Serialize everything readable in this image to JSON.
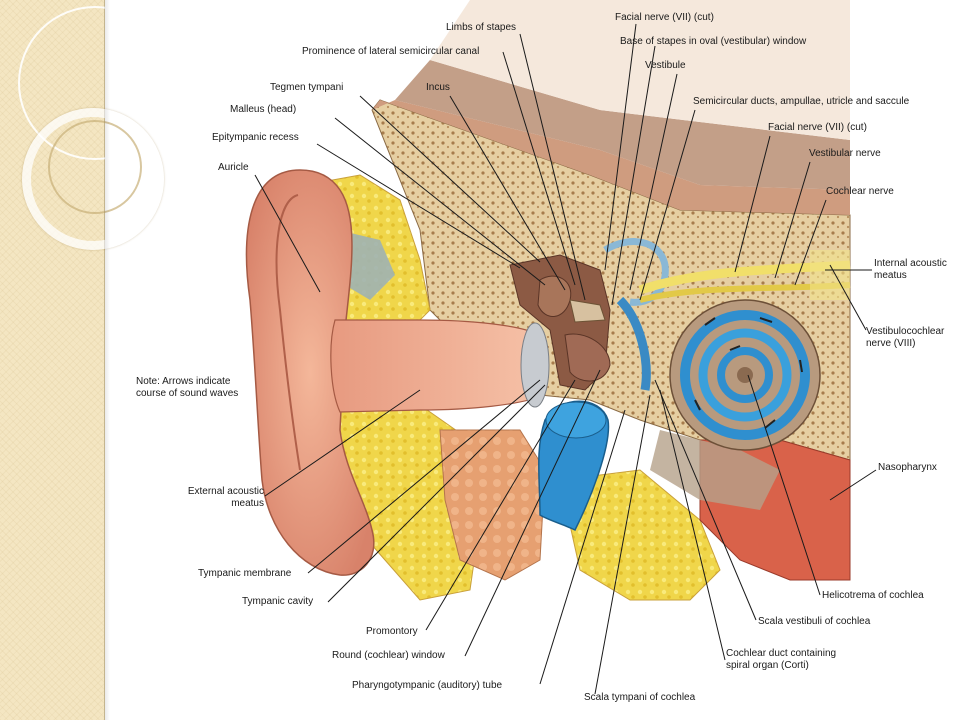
{
  "diagram": {
    "note": "Note: Arrows indicate course of sound waves",
    "labels": {
      "limbs_of_stapes": "Limbs of stapes",
      "facial_nerve_cut_top": "Facial nerve (VII) (cut)",
      "base_of_stapes": "Base of stapes in oval (vestibular) window",
      "prominence_lateral_canal": "Prominence of lateral semicircular canal",
      "vestibule": "Vestibule",
      "tegmen_tympani": "Tegmen tympani",
      "incus": "Incus",
      "semicircular_ducts": "Semicircular ducts, ampullae, utricle and saccule",
      "malleus_head": "Malleus (head)",
      "facial_nerve_cut_right": "Facial nerve (VII) (cut)",
      "epitympanic_recess": "Epitympanic recess",
      "vestibular_nerve": "Vestibular nerve",
      "auricle": "Auricle",
      "cochlear_nerve": "Cochlear nerve",
      "internal_acoustic_meatus": "Internal acoustic meatus",
      "vestibulocochlear_nerve": "Vestibulocochlear nerve (VIII)",
      "nasopharynx": "Nasopharynx",
      "external_acoustic_meatus": "External acoustic meatus",
      "tympanic_membrane": "Tympanic membrane",
      "tympanic_cavity": "Tympanic cavity",
      "helicotrema": "Helicotrema of cochlea",
      "scala_vestibuli": "Scala vestibuli of cochlea",
      "promontory": "Promontory",
      "round_window": "Round (cochlear) window",
      "cochlear_duct": "Cochlear duct containing spiral organ (Corti)",
      "pharyngotympanic_tube": "Pharyngotympanic (auditory) tube",
      "scala_tympani": "Scala tympani of cochlea"
    }
  }
}
